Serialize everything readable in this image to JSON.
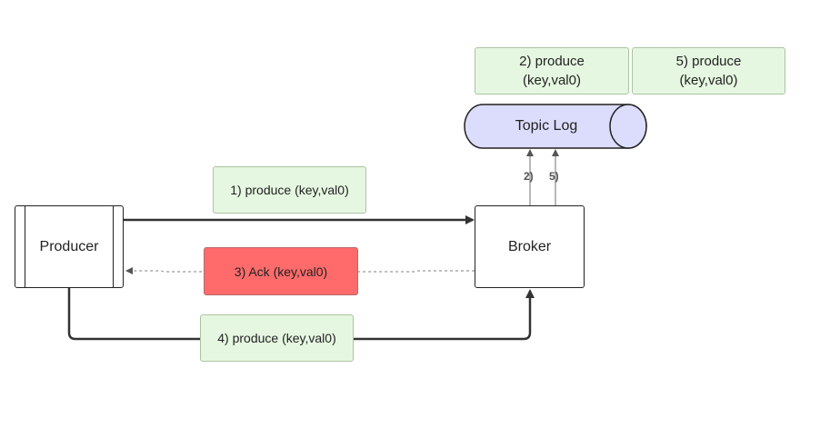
{
  "nodes": {
    "producer": "Producer",
    "broker": "Broker",
    "topic_log": "Topic Log"
  },
  "notes": {
    "produce_1": "1) produce (key,val0)",
    "ack_3": "3) Ack (key,val0)",
    "produce_4": "4) produce (key,val0)",
    "produce_2_line1": "2) produce",
    "produce_2_line2": "(key,val0)",
    "produce_5_line1": "5) produce",
    "produce_5_line2": "(key,val0)"
  },
  "edge_labels": {
    "write_2": "2)",
    "write_5": "5)"
  },
  "colors": {
    "note_fill": "#e6f7e1",
    "ack_fill": "#ff6b6b",
    "cylinder_fill": "#dcdcfc",
    "edge": "#333333",
    "dashed_edge": "#999999"
  }
}
